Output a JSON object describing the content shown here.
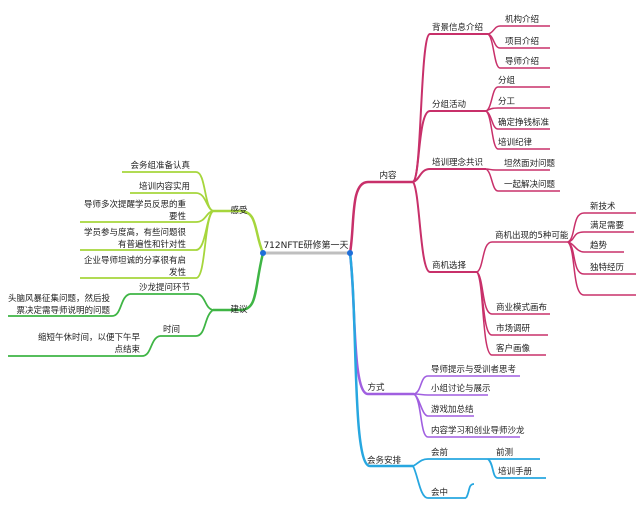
{
  "root": "712NFTE研修第一天",
  "colors": {
    "root_line": "#bfbfbf",
    "root_dot": "#1e6fd9",
    "content": "#c8306a",
    "method": "#a05fe0",
    "arrangement": "#27a7e0",
    "feeling": "#a6d63c",
    "suggestion": "#3fb545"
  },
  "branches": {
    "content": {
      "label": "内容",
      "children": {
        "background": {
          "label": "背景信息介绍",
          "children": [
            "机构介绍",
            "项目介绍",
            "导师介绍"
          ]
        },
        "group": {
          "label": "分组活动",
          "children": [
            "分组",
            "分工",
            "确定挣钱标准",
            "培训纪律"
          ]
        },
        "concept": {
          "label": "培训理念共识",
          "children": [
            "坦然面对问题",
            "一起解决问题"
          ]
        },
        "business": {
          "label": "商机选择",
          "opportunity": {
            "label": "商机出现的5种可能",
            "children": [
              "新技术",
              "满足需要",
              "趋势",
              "独特经历"
            ]
          },
          "children": [
            "商业模式画布",
            "市场调研",
            "客户画像"
          ]
        }
      }
    },
    "method": {
      "label": "方式",
      "children": [
        "导师提示与受训者思考",
        "小组讨论与展示",
        "游戏加总结",
        "内容学习和创业导师沙龙"
      ]
    },
    "arrangement": {
      "label": "会务安排",
      "before": {
        "label": "会前",
        "children": [
          "前测",
          "培训手册"
        ]
      },
      "during": {
        "label": "会中"
      }
    },
    "feeling": {
      "label": "感受",
      "children": [
        [
          "会务组准备认真"
        ],
        [
          "培训内容实用"
        ],
        [
          "导师多次提醒学员反思的重",
          "要性"
        ],
        [
          "学员参与度高，有些问题很",
          "有普遍性和针对性"
        ],
        [
          "企业导师坦诚的分享很有启",
          "发性"
        ]
      ]
    },
    "suggestion": {
      "label": "建议",
      "salon": {
        "label": "沙龙提问环节",
        "children": [
          [
            "头脑风暴征集问题，然后投",
            "票决定需导师说明的问题"
          ]
        ]
      },
      "time": {
        "label": "时间",
        "children": [
          [
            "缩短午休时间，以便下午早",
            "点结束"
          ]
        ]
      }
    }
  }
}
